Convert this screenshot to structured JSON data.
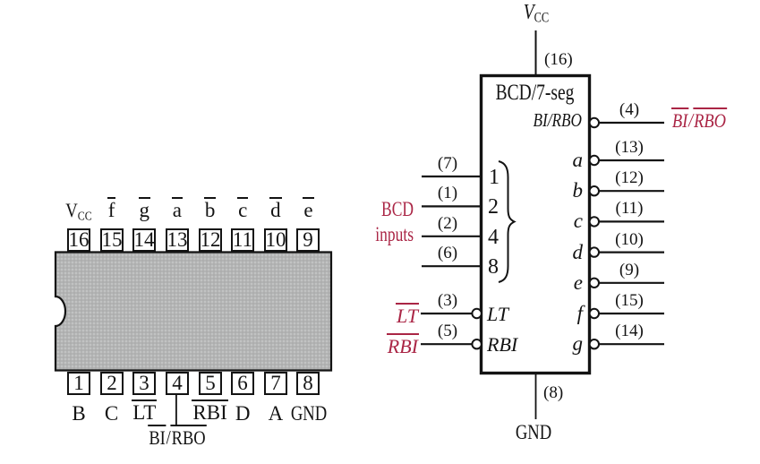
{
  "palette": {
    "ink": "#131313",
    "accent_red": "#aa2545",
    "chip_gray": "#b3b4b4",
    "background": "#ffffff"
  },
  "left_package": {
    "top_pins": [
      {
        "number": "16",
        "label_main": "V",
        "label_sub": "CC"
      },
      {
        "number": "15",
        "label_bar": "f"
      },
      {
        "number": "14",
        "label_bar": "g"
      },
      {
        "number": "13",
        "label_bar": "a"
      },
      {
        "number": "12",
        "label_bar": "b"
      },
      {
        "number": "11",
        "label_bar": "c"
      },
      {
        "number": "10",
        "label_bar": "d"
      },
      {
        "number": "9",
        "label_bar": "e"
      }
    ],
    "bottom_pins": [
      {
        "number": "1",
        "label": "B"
      },
      {
        "number": "2",
        "label": "C"
      },
      {
        "number": "3",
        "label_bar": "LT"
      },
      {
        "number": "4"
      },
      {
        "number": "5",
        "label_bar": "RBI"
      },
      {
        "number": "6",
        "label": "D"
      },
      {
        "number": "7",
        "label": "A"
      },
      {
        "number": "8",
        "label": "GND"
      }
    ],
    "pin4_label": {
      "part1": "BI",
      "separator": "/",
      "part2": "RBO"
    }
  },
  "symbol": {
    "title": "BCD/7-seg",
    "vcc": {
      "label_main": "V",
      "label_sub": "CC",
      "pin": "(16)"
    },
    "gnd": {
      "label": "GND",
      "pin": "(8)"
    },
    "bi_rbo": {
      "inner_label": "BI/RBO",
      "pin": "(4)",
      "outer_label": {
        "part1": "BI",
        "separator": "/",
        "part2": "RBO"
      }
    },
    "bcd_inputs_caption": {
      "line1": "BCD",
      "line2": "inputs"
    },
    "data_inputs": [
      {
        "pin": "(7)",
        "weight": "1"
      },
      {
        "pin": "(1)",
        "weight": "2"
      },
      {
        "pin": "(2)",
        "weight": "4"
      },
      {
        "pin": "(6)",
        "weight": "8"
      }
    ],
    "control_inputs": [
      {
        "pin": "(3)",
        "inner_label": "LT",
        "outer_label_bar": "LT"
      },
      {
        "pin": "(5)",
        "inner_label": "RBI",
        "outer_label_bar": "RBI"
      }
    ],
    "outputs": [
      {
        "name": "a",
        "pin": "(13)"
      },
      {
        "name": "b",
        "pin": "(12)"
      },
      {
        "name": "c",
        "pin": "(11)"
      },
      {
        "name": "d",
        "pin": "(10)"
      },
      {
        "name": "e",
        "pin": "(9)"
      },
      {
        "name": "f",
        "pin": "(15)"
      },
      {
        "name": "g",
        "pin": "(14)"
      }
    ]
  }
}
